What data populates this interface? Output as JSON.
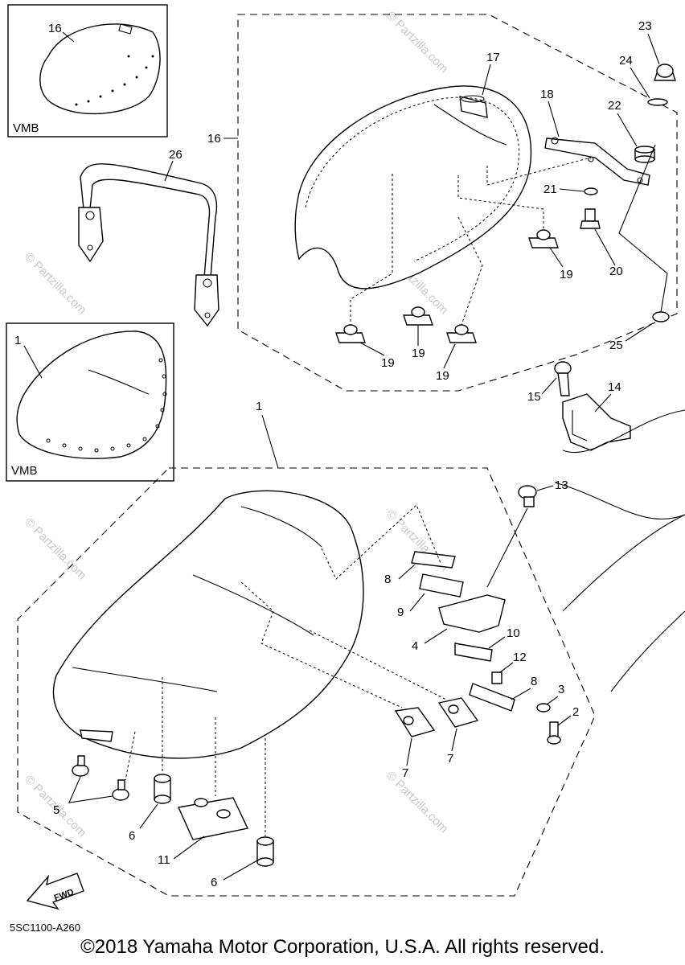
{
  "diagram_code": "5SC1100-A260",
  "copyright": "©2018 Yamaha Motor Corporation, U.S.A. All rights reserved.",
  "watermark": "© Partzilla.com",
  "inset_label": "VMB",
  "fwd_label": "FWD",
  "callouts": {
    "c1a": "1",
    "c1b": "1",
    "c2": "2",
    "c3": "3",
    "c4": "4",
    "c5": "5",
    "c6a": "6",
    "c6b": "6",
    "c7a": "7",
    "c7b": "7",
    "c8a": "8",
    "c8b": "8",
    "c9": "9",
    "c10": "10",
    "c11": "11",
    "c12": "12",
    "c13": "13",
    "c14": "14",
    "c15": "15",
    "c16a": "16",
    "c16b": "16",
    "c17": "17",
    "c18": "18",
    "c19a": "19",
    "c19b": "19",
    "c19c": "19",
    "c19d": "19",
    "c20": "20",
    "c21": "21",
    "c22": "22",
    "c23": "23",
    "c24": "24",
    "c25": "25",
    "c26": "26"
  }
}
